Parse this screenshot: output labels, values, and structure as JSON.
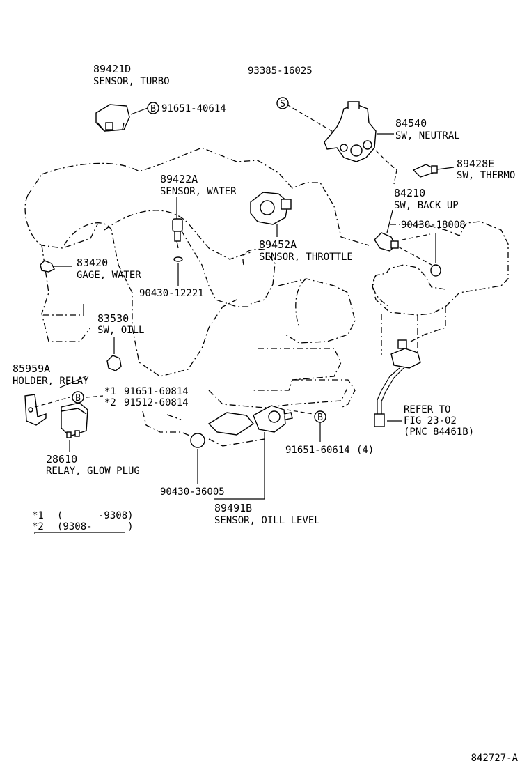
{
  "callouts": {
    "sensor_turbo": {
      "pn": "89421D",
      "name": "SENSOR, TURBO"
    },
    "bolt_turbo": {
      "symbol": "B",
      "pn": "91651-40614"
    },
    "screw_neutral": {
      "symbol": "S",
      "pn": "93385-16025"
    },
    "sw_neutral": {
      "pn": "84540",
      "name": "SW, NEUTRAL"
    },
    "sw_thermo": {
      "pn": "89428E",
      "name": "SW, THERMO"
    },
    "sensor_water": {
      "pn": "89422A",
      "name": "SENSOR, WATER"
    },
    "sw_backup": {
      "pn": "84210",
      "name": "SW, BACK UP"
    },
    "gasket_backup": {
      "pn": "90430-18008"
    },
    "sensor_throttle": {
      "pn": "89452A",
      "name": "SENSOR, THROTTLE"
    },
    "gage_water": {
      "pn": "83420",
      "name": "GAGE, WATER"
    },
    "gasket_water": {
      "pn": "90430-12221"
    },
    "sw_oil": {
      "pn": "83530",
      "name": "SW, OILL"
    },
    "holder_relay": {
      "pn": "85959A",
      "name": "HOLDER, RELAY"
    },
    "bolt_relay_1": {
      "mark": "*1",
      "pn": "91651-60814"
    },
    "bolt_relay_2": {
      "mark": "*2",
      "pn": "91512-60814"
    },
    "bolt_relay_symbol": "B",
    "relay_glow": {
      "pn": "28610",
      "name": "RELAY, GLOW PLUG"
    },
    "refer": {
      "line1": "REFER TO",
      "line2": "FIG 23-02",
      "line3": "(PNC 84461B)"
    },
    "bolt_oil_level": {
      "symbol": "B",
      "pn": "91651-60614",
      "qty": "(4)"
    },
    "gasket_oil_level": {
      "pn": "90430-36005"
    },
    "sensor_oil_level": {
      "pn": "89491B",
      "name": "SENSOR, OILL LEVEL"
    }
  },
  "legend": [
    {
      "mark": "*1",
      "range": "(      -9308)"
    },
    {
      "mark": "*2",
      "range": "(9308-      )"
    }
  ],
  "figure_id": "842727-A"
}
